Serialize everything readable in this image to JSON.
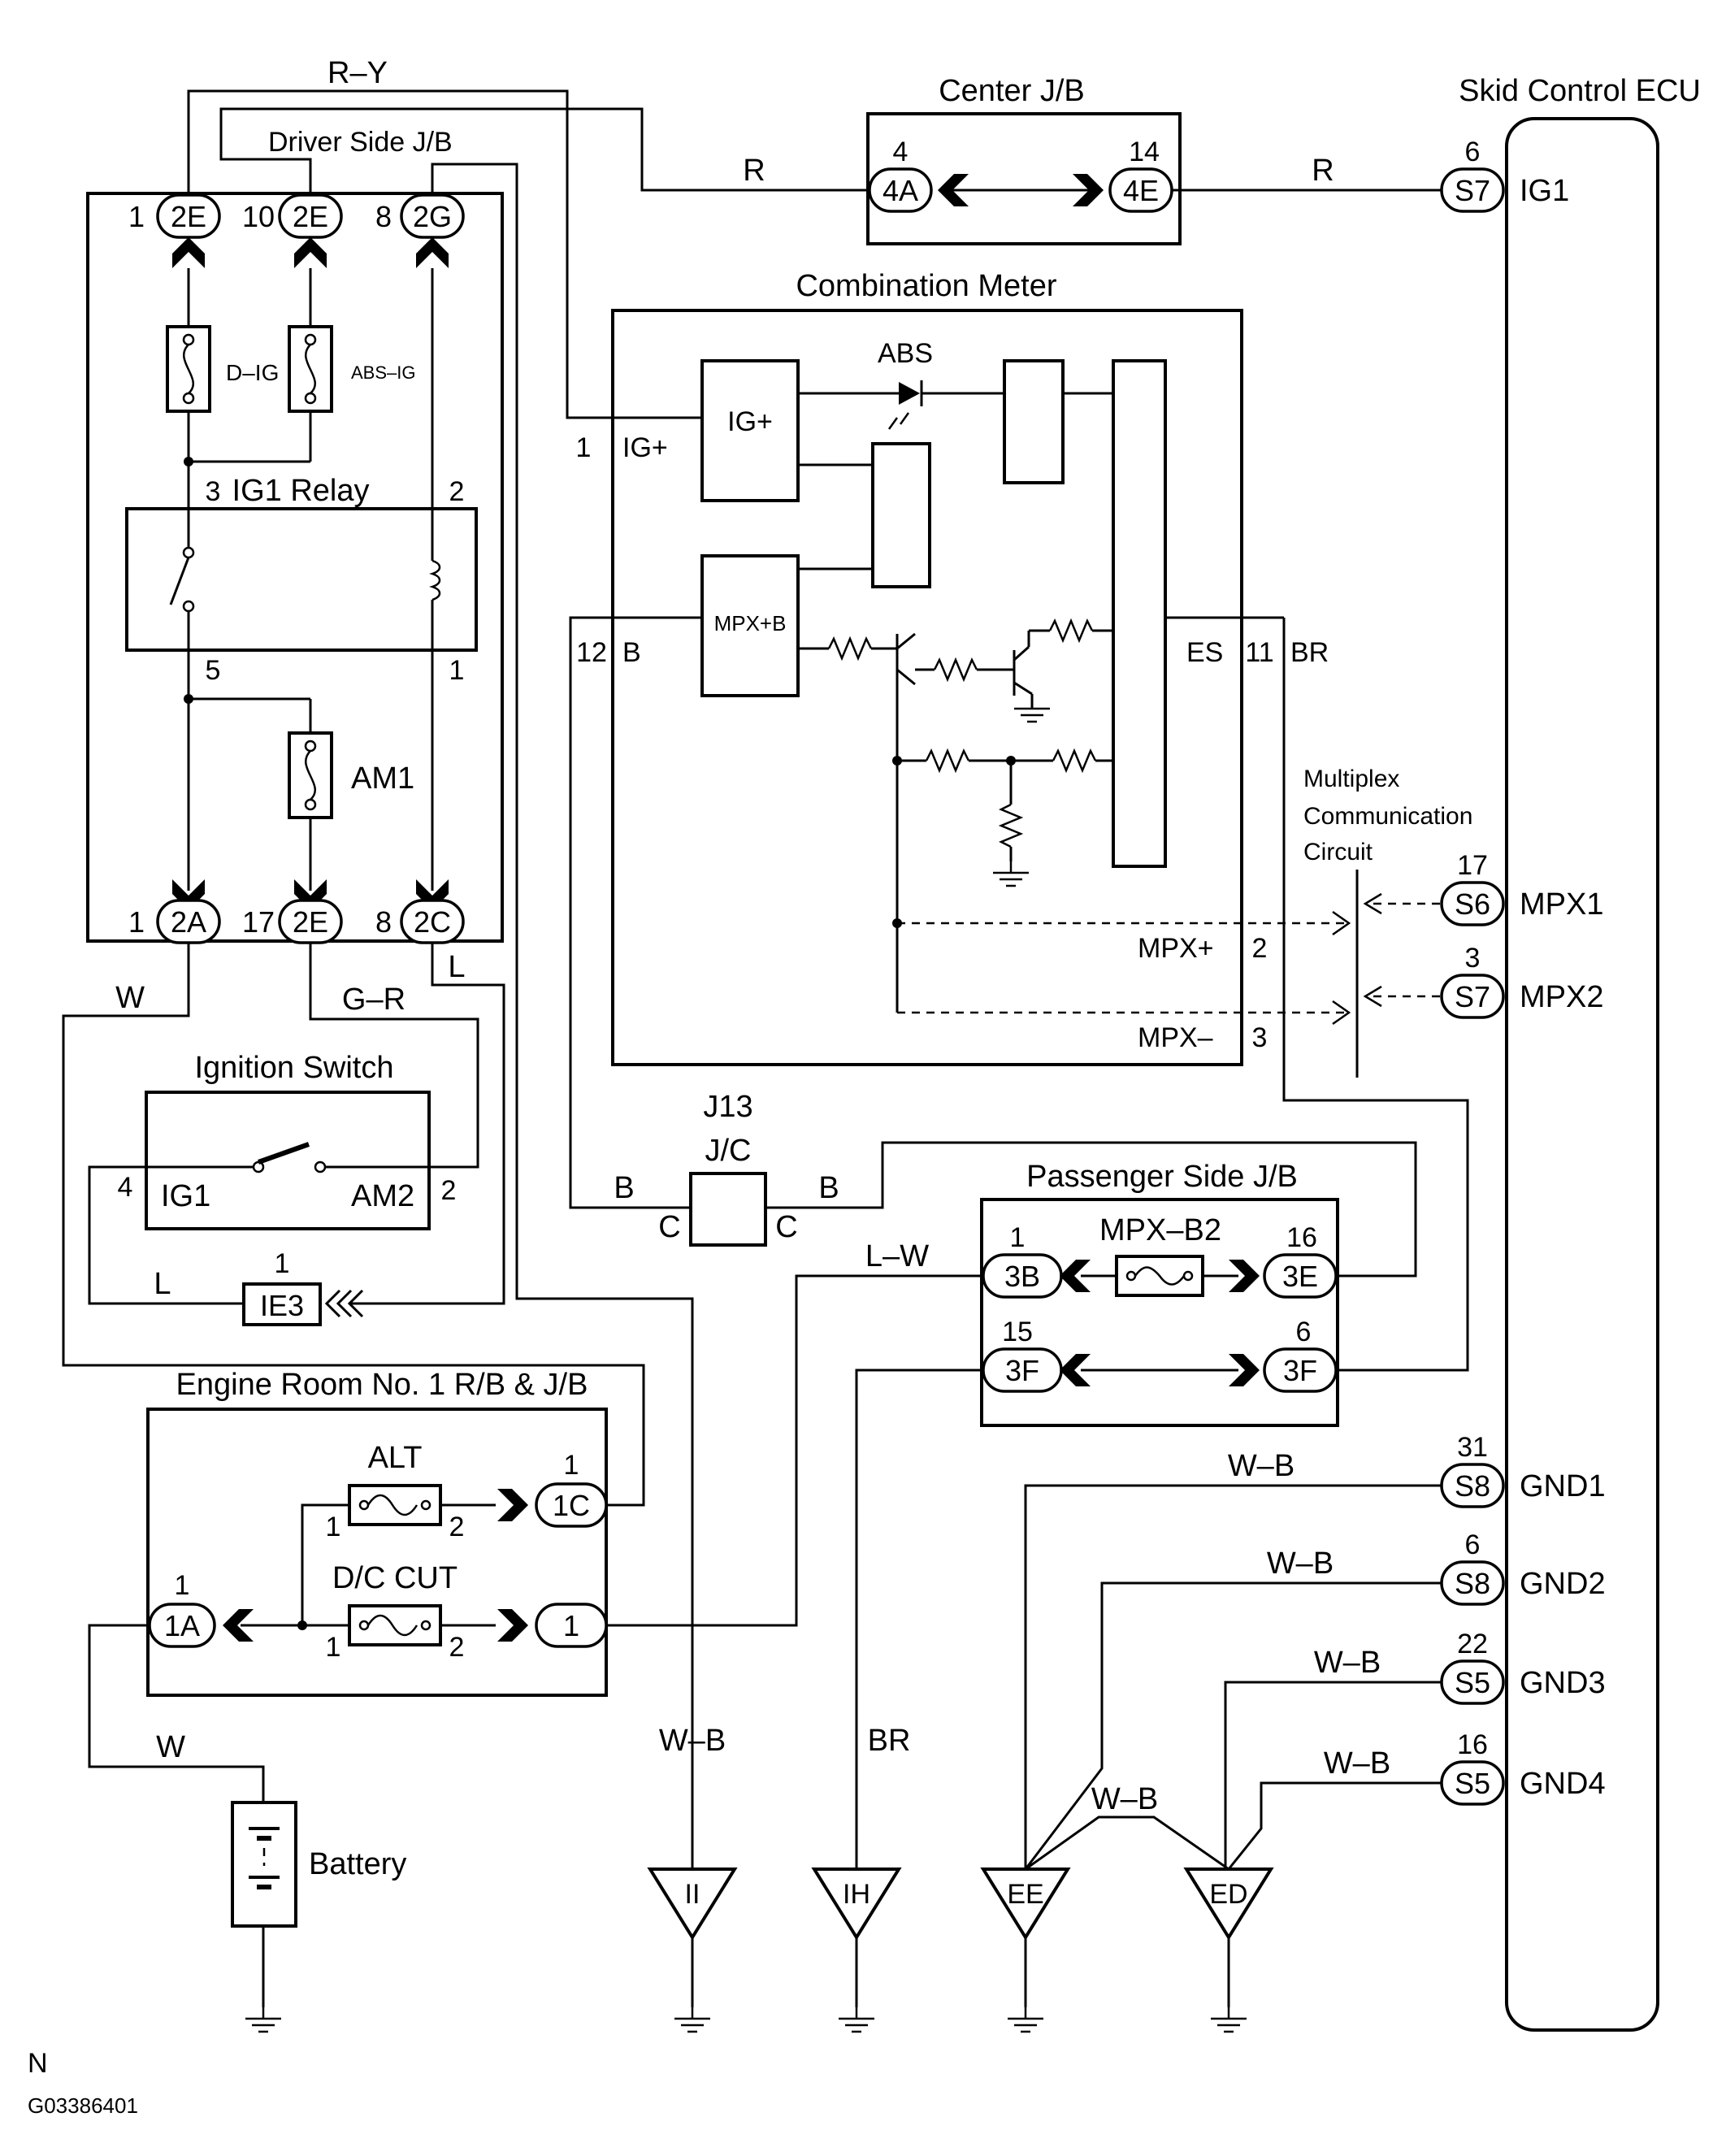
{
  "components": {
    "center_jb": "Center J/B",
    "skid_ecu": "Skid Control ECU",
    "driver_jb": "Driver Side J/B",
    "combo_meter": "Combination Meter",
    "ig1_relay": "IG1 Relay",
    "ignition_switch": "Ignition Switch",
    "engine_room_rb": "Engine Room No. 1 R/B & J/B",
    "passenger_jb": "Passenger Side J/B",
    "j13_code": "J13",
    "j13_name": "J/C",
    "battery": "Battery",
    "mux_circuit": [
      "Multiplex",
      "Communication",
      "Circuit"
    ]
  },
  "fuses": {
    "d_ig": "D–IG",
    "abs_ig": "ABS–IG",
    "am1": "AM1",
    "alt": "ALT",
    "dc_cut": "D/C CUT",
    "mpx_b2": "MPX–B2"
  },
  "wires": {
    "ry": "R–Y",
    "r1": "R",
    "r2": "R",
    "w1": "W",
    "gr": "G–R",
    "l1": "L",
    "l2": "L",
    "b1": "B",
    "b2": "B",
    "lw": "L–W",
    "w2": "W",
    "wb1": "W–B",
    "br": "BR",
    "gnd1": "W–B",
    "gnd2": "W–B",
    "gnd3": "W–B",
    "gnd4": "W–B",
    "ee_ed": "W–B"
  },
  "connectors": {
    "c4a": "4A",
    "c4e": "4E",
    "s7a": "S7",
    "s6": "S6",
    "s7b": "S7",
    "s8a": "S8",
    "s8b": "S8",
    "s5a": "S5",
    "s5b": "S5",
    "d2e1": "2E",
    "d2e10": "2E",
    "d2g": "2G",
    "d2a": "2A",
    "d2e17": "2E",
    "d2c": "2C",
    "ie3": "IE3",
    "c1c": "1C",
    "c1a": "1A",
    "c1": "1",
    "p3b": "3B",
    "p3e": "3E",
    "p3f1": "3F",
    "p3f2": "3F"
  },
  "pins": {
    "c4a": "4",
    "c4e": "14",
    "s7a": "6",
    "s6": "17",
    "s7b": "3",
    "s8a": "31",
    "s8b": "6",
    "s5a": "22",
    "s5b": "16",
    "d2e1": "1",
    "d2e10": "10",
    "d2g": "8",
    "d2a": "1",
    "d2e17": "17",
    "d2c": "8",
    "relay3": "3",
    "relay2": "2",
    "relay5": "5",
    "relay1": "1",
    "ie3": "1",
    "c1c": "1",
    "c1a": "1",
    "alt1": "1",
    "alt2": "2",
    "dc1": "1",
    "dc2": "2",
    "p3b": "1",
    "p3e": "16",
    "p3f1": "15",
    "p3f2": "6",
    "ign4": "4",
    "ign2": "2",
    "meter_ig": "1",
    "meter_b": "12",
    "meter_br": "11",
    "meter_mpxp": "2",
    "meter_mpxm": "3"
  },
  "terminals": {
    "ig1": "IG1",
    "mpx1": "MPX1",
    "mpx2": "MPX2",
    "gnd1": "GND1",
    "gnd2": "GND2",
    "gnd3": "GND3",
    "gnd4": "GND4",
    "meter_igp": "IG+",
    "meter_b": "B",
    "meter_br": "BR",
    "meter_es": "ES",
    "meter_mpxp": "MPX+",
    "meter_mpxm": "MPX–",
    "inner_igp": "IG+",
    "inner_mpxb": "MPX+B",
    "abs": "ABS",
    "sw_ig1": "IG1",
    "sw_am2": "AM2",
    "jc_c1": "C",
    "jc_c2": "C"
  },
  "grounds": {
    "ii": "II",
    "ih": "IH",
    "ee": "EE",
    "ed": "ED"
  },
  "footer": {
    "code": "N",
    "figure_id": "G03386401"
  }
}
